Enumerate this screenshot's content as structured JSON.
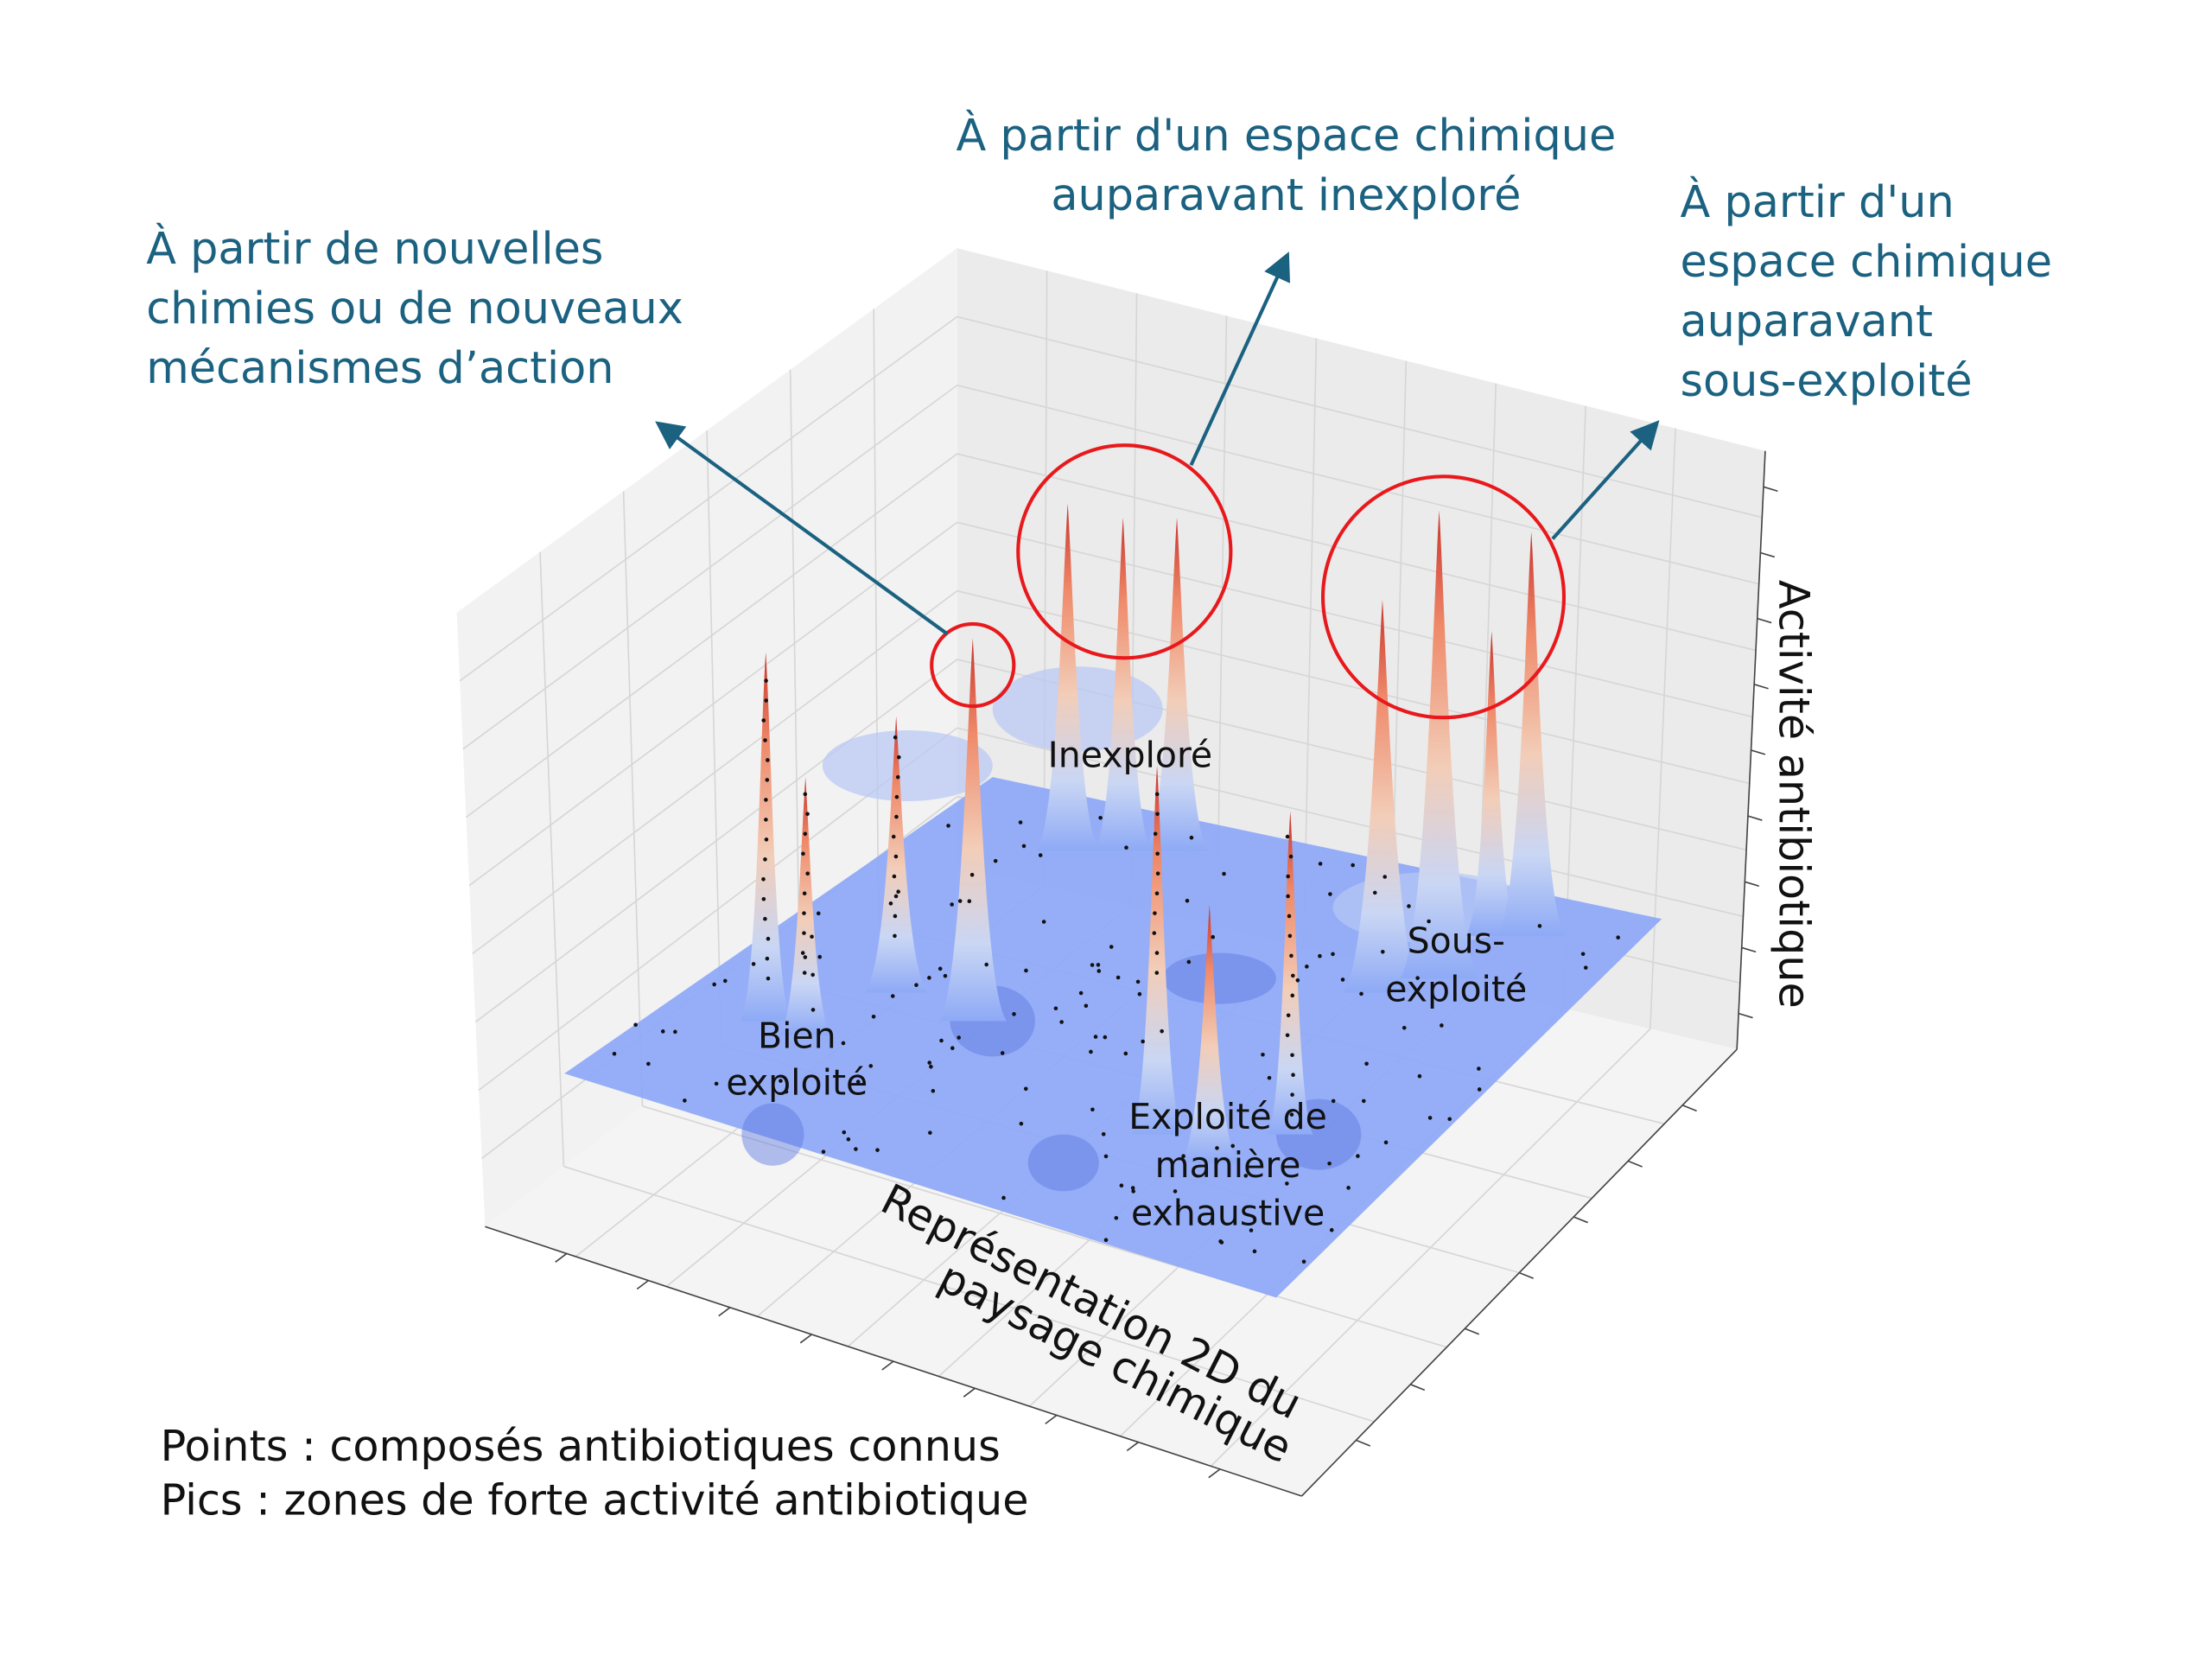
{
  "annotations": {
    "left": [
      "À partir de nouvelles",
      "chimies ou de nouveaux",
      "mécanismes d’action"
    ],
    "center": [
      "À partir d'un espace chimique",
      "auparavant inexploré"
    ],
    "right": [
      "À partir d'un",
      "espace chimique",
      "auparavant",
      "sous-exploité"
    ]
  },
  "regions": {
    "unexplored": [
      "Inexploré"
    ],
    "underexploited": [
      "Sous-",
      "exploité"
    ],
    "well_exploited": [
      "Bien",
      "exploité"
    ],
    "exhaustive": [
      "Exploité de",
      "manière",
      "exhaustive"
    ]
  },
  "axes": {
    "floor_label": [
      "Représentation 2D du",
      "paysage chimique"
    ],
    "z_label": "Activité antibiotique"
  },
  "legend": {
    "points": "Points : composés antibiotiques connus",
    "peaks": "Pics : zones de forte activité antibiotique"
  },
  "colors": {
    "annotation": "#1b6180",
    "highlight_circle": "#e8191c",
    "surface_low": "#7f9ff5",
    "peak_high": "#c8332c"
  }
}
